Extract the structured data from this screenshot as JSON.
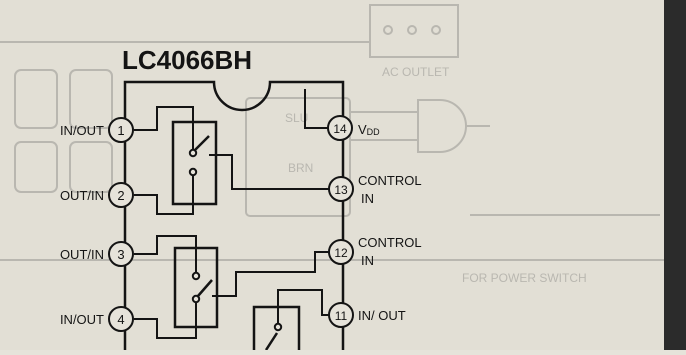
{
  "chip": {
    "part_number": "LC4066BH",
    "pins": [
      {
        "number": "1",
        "label": "IN/OUT",
        "label2": ""
      },
      {
        "number": "2",
        "label": "OUT/IN",
        "label2": ""
      },
      {
        "number": "3",
        "label": "OUT/IN",
        "label2": ""
      },
      {
        "number": "4",
        "label": "IN/OUT",
        "label2": ""
      },
      {
        "number": "14",
        "label": "V",
        "label2": "DD"
      },
      {
        "number": "13",
        "label": "CONTROL",
        "label2": "IN"
      },
      {
        "number": "12",
        "label": "CONTROL",
        "label2": "IN"
      },
      {
        "number": "11",
        "label": "IN/ OUT",
        "label2": ""
      }
    ]
  },
  "background": {
    "top_label": "AC OUTLET",
    "bottom_label": "FOR POWER  SWITCH",
    "mid_label": "SLU",
    "mid_label2": "BRN"
  },
  "colors": {
    "paper": "#e6e3da",
    "ink": "#141414",
    "ghost": "#b9b7b0",
    "dark_edge": "#2b2b2b"
  }
}
